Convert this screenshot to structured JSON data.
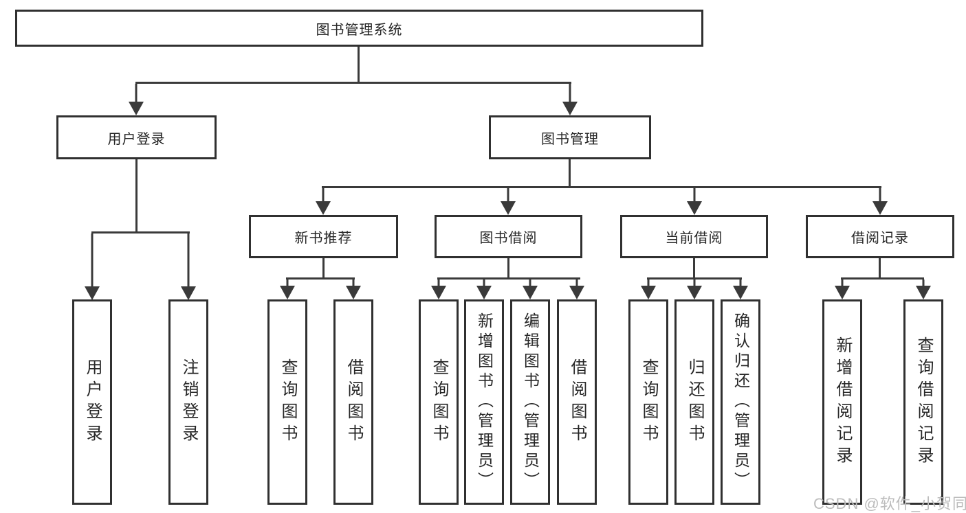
{
  "diagram": {
    "root": {
      "label": "图书管理系统"
    },
    "level2": [
      {
        "label": "用户登录"
      },
      {
        "label": "图书管理"
      }
    ],
    "level3": [
      {
        "label": "新书推荐"
      },
      {
        "label": "图书借阅"
      },
      {
        "label": "当前借阅"
      },
      {
        "label": "借阅记录"
      }
    ],
    "leaves": [
      {
        "label": "用户登录",
        "parent": "用户登录"
      },
      {
        "label": "注销登录",
        "parent": "用户登录"
      },
      {
        "label": "查询图书",
        "parent": "新书推荐"
      },
      {
        "label": "借阅图书",
        "parent": "新书推荐"
      },
      {
        "label": "查询图书",
        "parent": "图书借阅"
      },
      {
        "label": "新增图书（管理员）",
        "parent": "图书借阅"
      },
      {
        "label": "编辑图书（管理员）",
        "parent": "图书借阅"
      },
      {
        "label": "借阅图书",
        "parent": "图书借阅"
      },
      {
        "label": "查询图书",
        "parent": "当前借阅"
      },
      {
        "label": "归还图书",
        "parent": "当前借阅"
      },
      {
        "label": "确认归还（管理员）",
        "parent": "当前借阅"
      },
      {
        "label": "新增借阅记录",
        "parent": "借阅记录"
      },
      {
        "label": "查询借阅记录",
        "parent": "借阅记录"
      }
    ]
  },
  "watermark": {
    "text": "CSDN @软件_小贺同学"
  },
  "colors": {
    "line": "#3a3a3a",
    "box_border": "#303030",
    "text": "#262626",
    "watermark": "#bcbcbc",
    "background": "#ffffff"
  }
}
